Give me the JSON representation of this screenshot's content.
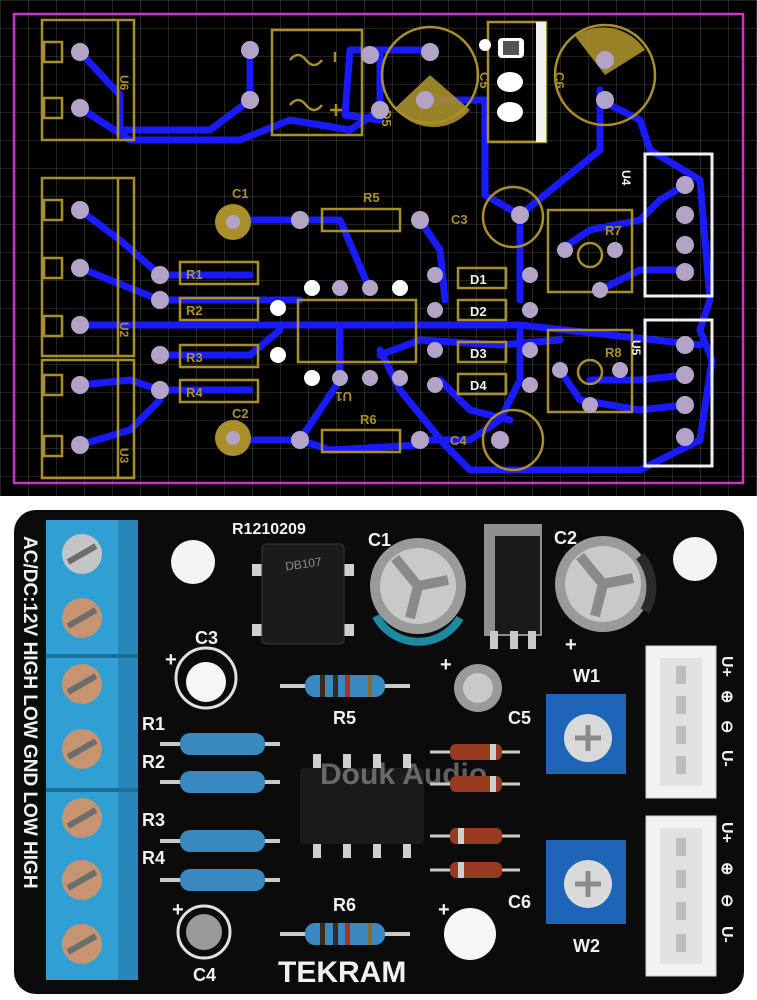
{
  "layout": {
    "ref_u6": "U6",
    "ref_u2": "U2",
    "ref_u3": "U3",
    "ref_u4": "U4",
    "ref_u5": "U5",
    "ref_u1": "U1",
    "ref_c1": "C1",
    "ref_c2": "C2",
    "ref_c3": "C3",
    "ref_c4": "C4",
    "ref_r1": "R1",
    "ref_r2": "R2",
    "ref_r3": "R3",
    "ref_r4": "R4",
    "ref_r5": "R5",
    "ref_r6": "R6",
    "ref_r7": "R7",
    "ref_r8": "R8",
    "ref_d1": "D1",
    "ref_d2": "D2",
    "ref_d3": "D3",
    "ref_d4": "D4",
    "ref_d5": "D5",
    "ref_c5": "C5",
    "ref_c6": "C6",
    "colors": {
      "background": "#000000",
      "trace": "#1a1aff",
      "silkscreen": "#a98f2a",
      "outline": "#cc33cc",
      "grid": "#5a5a5a"
    }
  },
  "board": {
    "revision": "R1210209",
    "terminal_label": "AC/DC:12V HIGH LOW GND LOW HIGH",
    "bridge_marking": "DB107",
    "brand": "TEKRAM",
    "watermark": "Douk Audio",
    "ref_c1": "C1",
    "ref_c2": "C2",
    "ref_c3": "C3",
    "ref_c4": "C4",
    "ref_c5": "C5",
    "ref_c6": "C6",
    "ref_r1": "R1",
    "ref_r2": "R2",
    "ref_r3": "R3",
    "ref_r4": "R4",
    "ref_r5": "R5",
    "ref_r6": "R6",
    "ref_w1": "W1",
    "ref_w2": "W2",
    "conn_pins": [
      "U+",
      "⊕",
      "⊖",
      "U-"
    ],
    "colors": {
      "pcb": "#0b0b0b",
      "terminal": "#2f9fd4",
      "trimmer": "#1e64b8",
      "connector": "#f2f2f2",
      "resistor": "#3a88c0"
    }
  }
}
